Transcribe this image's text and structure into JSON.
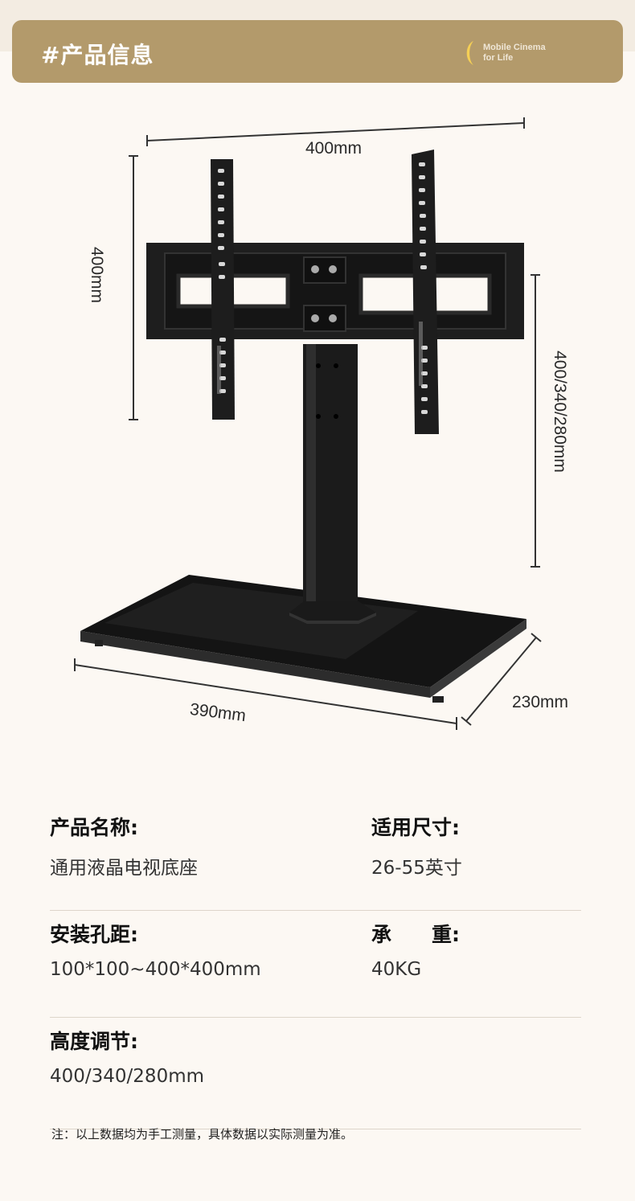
{
  "header": {
    "title": "#产品信息",
    "brand_line1": "Mobile Cinema",
    "brand_line2": "for Life"
  },
  "dimensions": {
    "top_width": "400mm",
    "plate_height": "400mm",
    "adjust_range": "400/340/280mm",
    "base_length": "390mm",
    "base_depth": "230mm"
  },
  "specs": {
    "name_label": "产品名称:",
    "name_value": "通用液晶电视底座",
    "size_label": "适用尺寸:",
    "size_value": "26-55英寸",
    "vesa_label": "安装孔距:",
    "vesa_value": "100*100~400*400mm",
    "load_label": "承　　重:",
    "load_value": "40KG",
    "height_label": "高度调节:",
    "height_value": "400/340/280mm"
  },
  "note": "注：以上数据均为手工测量，具体数据以实际测量为准。",
  "colors": {
    "header_bg": "#b39a6b",
    "page_bg": "#fcf8f3",
    "product_black": "#1c1c1c"
  }
}
